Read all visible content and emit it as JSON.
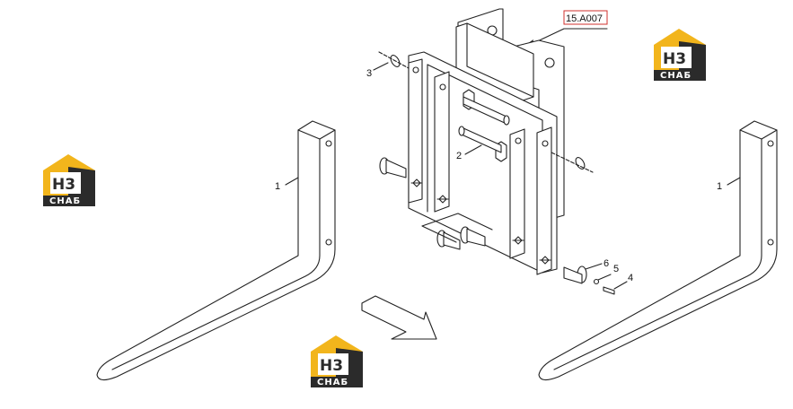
{
  "reference_label": "15.A007",
  "callouts": {
    "fork_left": "1",
    "fork_right": "1",
    "pin": "2",
    "ring": "3",
    "screw": "4",
    "washer": "5",
    "bolt": "6"
  },
  "watermark": {
    "mark": "H3",
    "word": "СНАБ",
    "colors": {
      "yellow": "#f2b51c",
      "dark": "#2b2b2b",
      "white": "#ffffff"
    }
  },
  "colors": {
    "line": "#222222",
    "reference_box": "#d0312d"
  }
}
